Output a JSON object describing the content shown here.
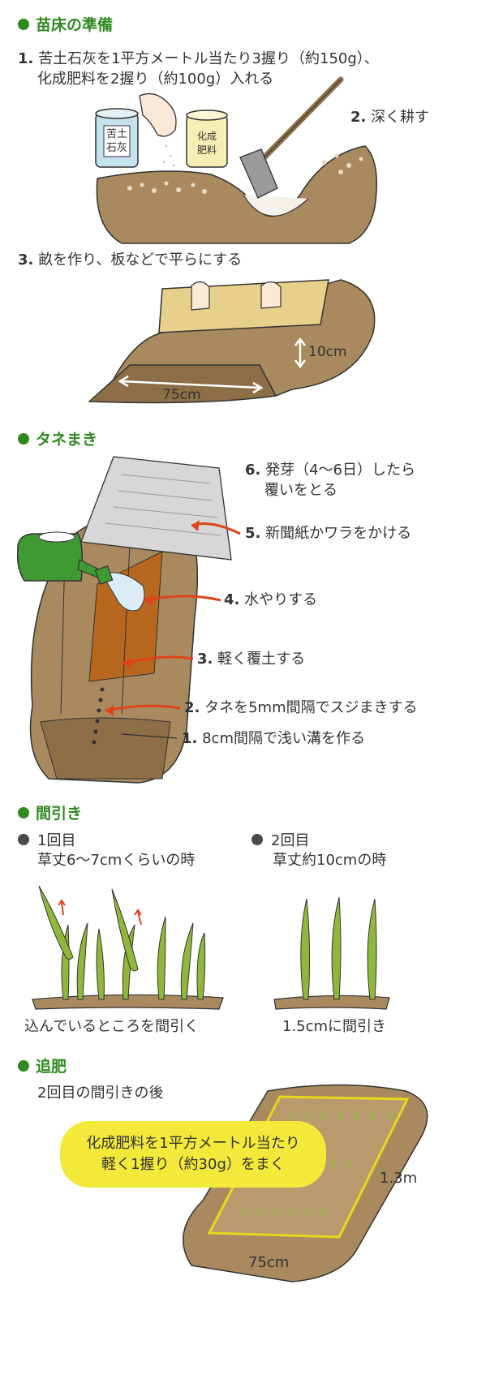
{
  "sections": {
    "nursery": {
      "title": "苗床の準備",
      "step1_line1": "苦土石灰を1平方メートル当たり3握り（約150g）、",
      "step1_line2": "化成肥料を2握り（約100g）入れる",
      "step1_num": "1.",
      "step2_num": "2.",
      "step2": "深く耕す",
      "step3_num": "3.",
      "step3": "畝を作り、板などで平らにする",
      "can1_label": "苦土石灰",
      "can2_label": "化成肥料",
      "dim_height": "10cm",
      "dim_width": "75cm"
    },
    "sowing": {
      "title": "タネまき",
      "s6_num": "6.",
      "s6_line1": "発芽（4〜6日）したら",
      "s6_line2": "覆いをとる",
      "s5_num": "5.",
      "s5": "新聞紙かワラをかける",
      "s4_num": "4.",
      "s4": "水やりする",
      "s3_num": "3.",
      "s3": "軽く覆土する",
      "s2_num": "2.",
      "s2": "タネを5mm間隔でスジまきする",
      "s1_num": "1.",
      "s1": "8cm間隔で浅い溝を作る"
    },
    "thinning": {
      "title": "間引き",
      "first_label": "1回目",
      "first_desc": "草丈6〜7cmくらいの時",
      "first_caption": "込んでいるところを間引く",
      "second_label": "2回目",
      "second_desc": "草丈約10cmの時",
      "second_caption": "1.5cmに間引き"
    },
    "fertilize": {
      "title": "追肥",
      "subtitle": "2回目の間引きの後",
      "callout_line1": "化成肥料を1平方メートル当たり",
      "callout_line2": "軽く1握り（約30g）をまく",
      "dim_side": "1.3m",
      "dim_width": "75cm"
    }
  },
  "colors": {
    "accent_green": "#2f8a1f",
    "soil": "#a88a5e",
    "soil_dark": "#8c6f47",
    "arrow_red": "#e0421a",
    "callout_yellow": "#f3e93a",
    "plant_green": "#8fb83a"
  },
  "icons": [
    "watering-can-icon",
    "hoe-icon",
    "hand-icon",
    "sprout-icon"
  ]
}
